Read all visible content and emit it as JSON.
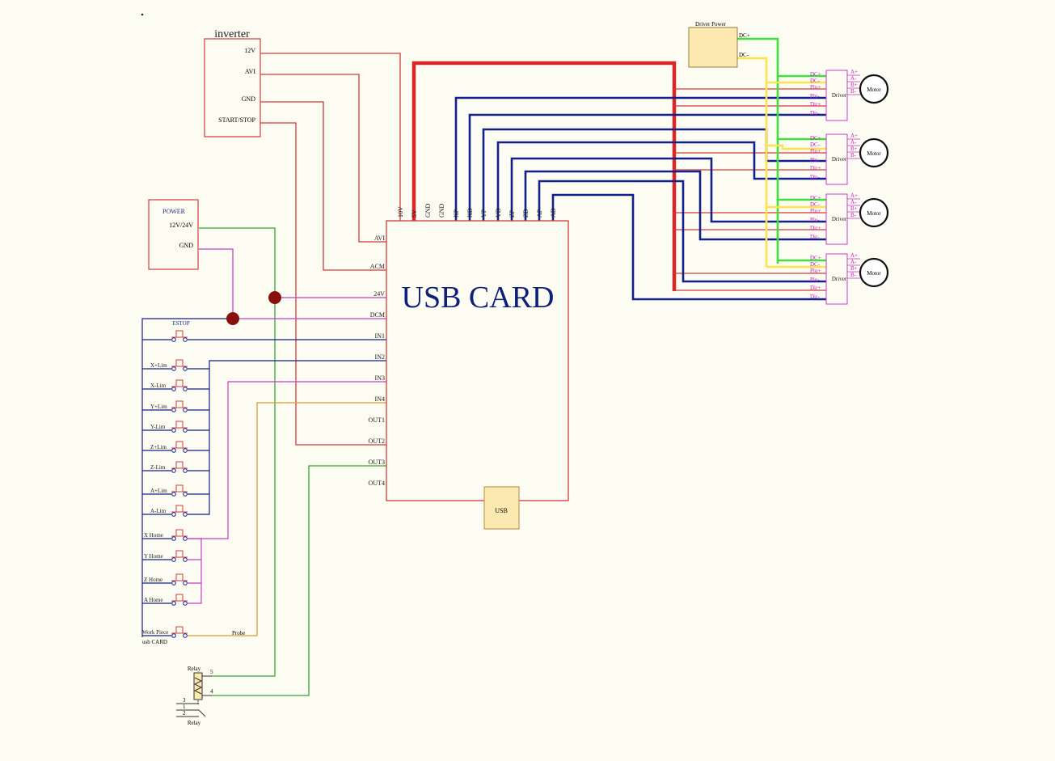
{
  "colors": {
    "background": "#fdfcf2",
    "box_red": "#d23b3b",
    "power_fill": "#fbe9b0",
    "wire_red": "#d62828",
    "wire_blue": "#12208c",
    "wire_magenta": "#c93cc9",
    "wire_green": "#2fa82f",
    "wire_bright_green": "#3ee03e",
    "wire_yellow": "#ffe34d",
    "wire_orange": "#e09a3a",
    "label_magenta": "#c020c0",
    "junction": "#8a1010",
    "title_blue": "#0c1f7a"
  },
  "inverter": {
    "title": "inverter",
    "pins": [
      "12V",
      "AVI",
      "GND",
      "START/STOP"
    ]
  },
  "power": {
    "title": "POWER",
    "pins": [
      "12V/24V",
      "GND"
    ]
  },
  "usb_card": {
    "title": "USB CARD",
    "top_pins": [
      "10V",
      "5V",
      "GND",
      "GND",
      "XP",
      "XD",
      "YP",
      "YD",
      "ZP",
      "ZD",
      "AP",
      "AD"
    ],
    "left_pins": [
      "AVI",
      "ACM",
      "24V",
      "DCM",
      "IN1",
      "IN2",
      "IN3",
      "IN4",
      "OUT1",
      "OUT2",
      "OUT3",
      "OUT4"
    ],
    "usb_port_label": "USB"
  },
  "driver_power": {
    "title": "Driver Power",
    "pins": [
      "DC+",
      "DC-"
    ]
  },
  "driver_units": {
    "input_pins": [
      "DC+",
      "DC-",
      "Plu+",
      "Plu-",
      "Dir+",
      "Dir-"
    ],
    "output_pins": [
      "A+",
      "A-",
      "B+",
      "B-"
    ],
    "driver_label": "Driver",
    "motor_label": "Motor",
    "count": 4
  },
  "switches": {
    "estop": "ESTOP",
    "limits": [
      "X+Lim",
      "X-Lim",
      "Y+Lim",
      "Y-Lim",
      "Z+Lim",
      "Z-Lim",
      "A+Lim",
      "A-Lim"
    ],
    "homes": [
      "X Home",
      "Y Home",
      "Z Home",
      "A Home"
    ],
    "work_piece": "Work Piece",
    "usb_card_note": "usb  CARD",
    "probe": "Probe"
  },
  "relay": {
    "label_top": "Relay",
    "label_bottom": "Relay",
    "pins": [
      "5",
      "4",
      "3",
      "1",
      "2"
    ]
  }
}
